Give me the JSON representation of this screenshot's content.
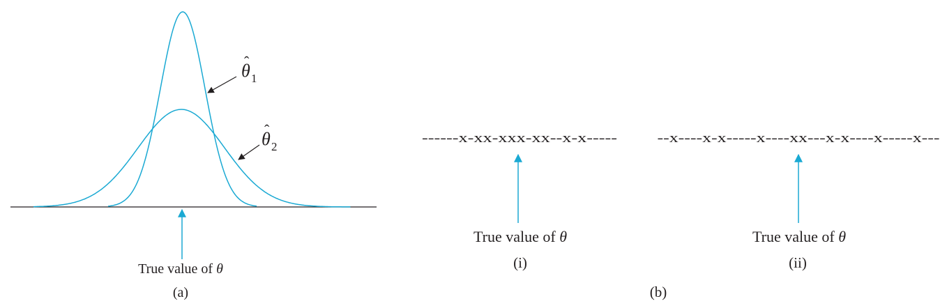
{
  "colors": {
    "curve": "#1aa9d3",
    "arrow": "#1aa9d3",
    "ink": "#231f20"
  },
  "panel_a": {
    "caption": "(a)",
    "curve1_label": {
      "symbol": "θ",
      "hat": "ˆ",
      "subscript": "1"
    },
    "curve2_label": {
      "symbol": "θ",
      "hat": "ˆ",
      "subscript": "2"
    },
    "true_value_text": "True value of ",
    "true_value_symbol": "θ"
  },
  "panel_b": {
    "caption": "(b)",
    "sub_i": {
      "pattern": "------x-xx-xxx-xx--x-x-----",
      "true_value_text": "True value of ",
      "true_value_symbol": "θ",
      "caption": "(i)"
    },
    "sub_ii": {
      "pattern": "--x----x-x-----x----xx---x-x----x-----x---",
      "true_value_text": "True value of ",
      "true_value_symbol": "θ",
      "caption": "(ii)"
    }
  }
}
